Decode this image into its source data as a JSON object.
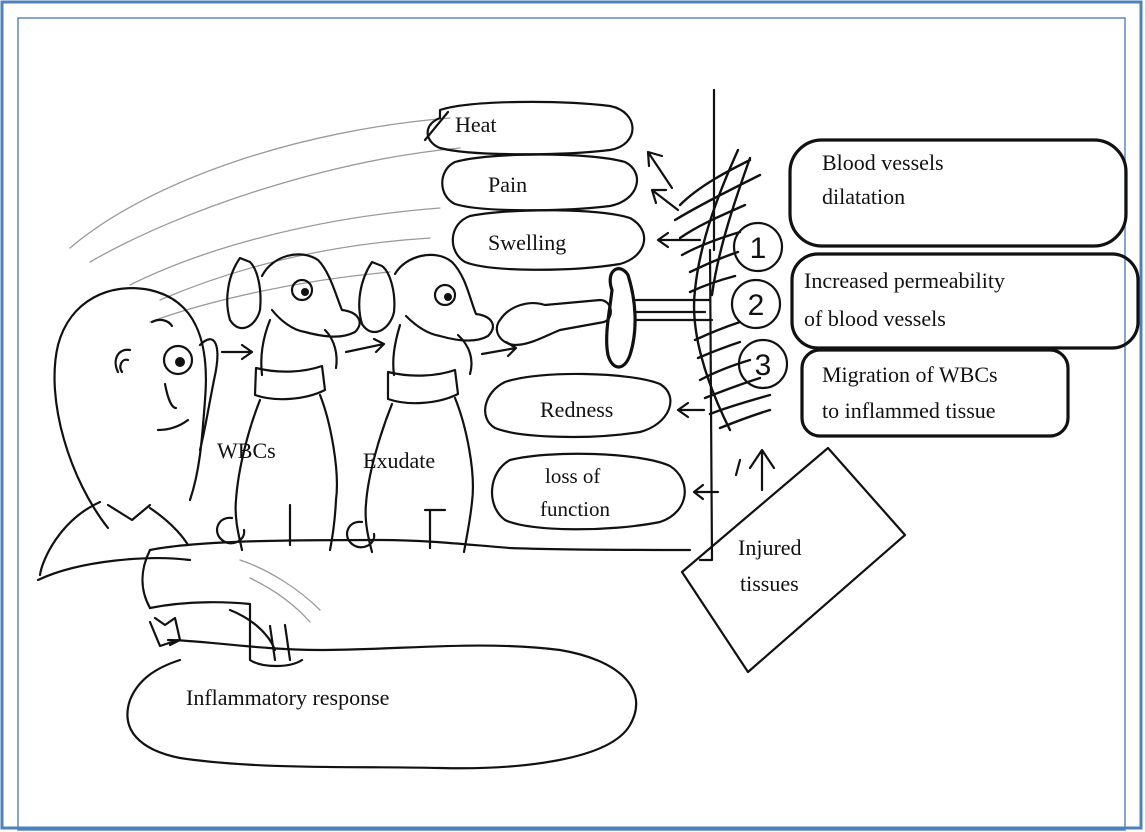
{
  "diagram": {
    "title": "Inflammatory response",
    "signs": {
      "heat": "Heat",
      "pain": "Pain",
      "swelling": "Swelling",
      "redness": "Redness",
      "loss_of_function_line1": "loss of",
      "loss_of_function_line2": "function"
    },
    "characters": {
      "wbcs": "WBCs",
      "exudate": "Exudate"
    },
    "steps": [
      {
        "number": "1",
        "line1": "Blood vessels",
        "line2": "dilatation"
      },
      {
        "number": "2",
        "line1": "Increased permeability",
        "line2": "of blood vessels"
      },
      {
        "number": "3",
        "line1": "Migration of WBCs",
        "line2": "to inflammed tissue"
      }
    ],
    "injured": {
      "line1": "Injured",
      "line2": "tissues"
    },
    "colors": {
      "frame_border": "#4f81bd",
      "ink": "#111111"
    }
  }
}
